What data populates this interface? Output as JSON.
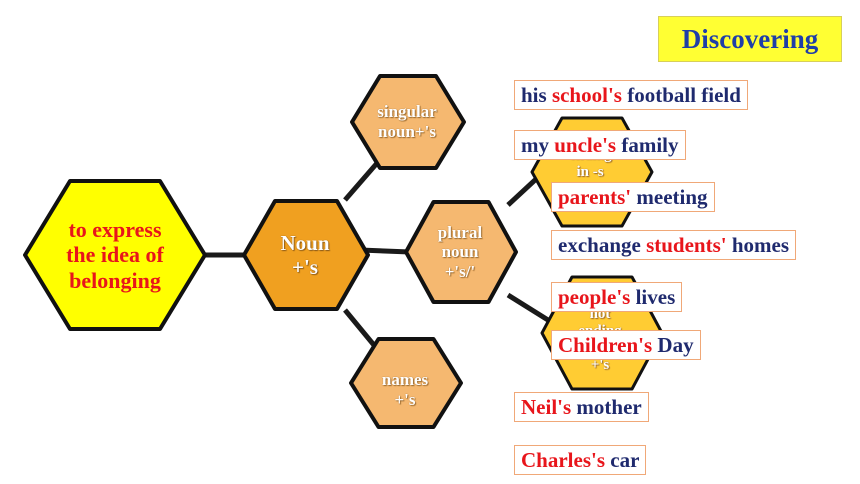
{
  "title": "Discovering",
  "colors": {
    "main_fill": "#ffff00",
    "main_stroke": "#111111",
    "noun_fill": "#f0a020",
    "light_fill": "#f5b870",
    "yellow_fill": "#ffcc33",
    "line": "#1a1a1a",
    "highlight": "#e8151b",
    "text_blue": "#1f2a6e"
  },
  "nodes": {
    "main": {
      "label": "to express\nthe idea of\nbelonging"
    },
    "noun": {
      "label": "Noun\n+'s"
    },
    "singular": {
      "label": "singular\nnoun+'s"
    },
    "plural": {
      "label": "plural\nnoun\n+'s/'"
    },
    "names": {
      "label": "names\n+'s"
    },
    "ending_s": {
      "label": "ending\nin -s\n+'"
    },
    "not_ending": {
      "label": "not\nending\nin -s\n+'s"
    }
  },
  "examples": [
    {
      "owner": "his ",
      "hl": "school's",
      "rest": " football field"
    },
    {
      "owner": "my ",
      "hl": "uncle's",
      "rest": " family"
    },
    {
      "owner": "",
      "hl": "parents'",
      "rest": " meeting"
    },
    {
      "owner": "exchange ",
      "hl": "students'",
      "rest": " homes"
    },
    {
      "owner": "",
      "hl": "people's",
      "rest": " lives"
    },
    {
      "owner": "",
      "hl": "Children's",
      "rest": " Day"
    },
    {
      "owner": "",
      "hl": "Neil's",
      "rest": " mother"
    },
    {
      "owner": "",
      "hl": "Charles's",
      "rest": " car"
    }
  ]
}
